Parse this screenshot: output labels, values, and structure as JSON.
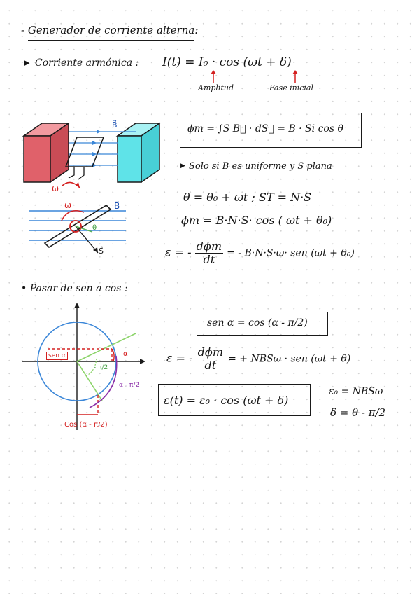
{
  "section1": {
    "title": "- Generador de corriente alterna:"
  },
  "harmonic": {
    "label": "Corriente armónica :",
    "formula": "I(t) = I₀ · cos (ωt + δ)",
    "amplitude": "Amplitud",
    "phase": "Fase inicial"
  },
  "generator": {
    "flux_box": "ϕm = ∫S B⃗ · dS⃗ = B · Si cos θ",
    "note": "Solo si B es uniforme y S plana",
    "eq_theta": "θ = θ₀ + ωt ;  ST = N·S",
    "eq_flux": "ϕm = B·N·S· cos ( ωt + θ₀)",
    "emf_lhs": "ε = -",
    "emf_num": "dϕm",
    "emf_den": "dt",
    "emf_rhs": "= - B·N·S·ω· sen (ωt + θ₀)",
    "fig_labels": {
      "b_top": "B⃗",
      "omega_top": "ω",
      "omega_mid": "ω",
      "b_mid": "B⃗",
      "theta": "θ",
      "s_vec": "S⃗"
    }
  },
  "section2": {
    "title": "• Pasar de sen a cos :",
    "identity": "sen α = cos (α - π/2)",
    "emf2_lhs": "ε = -",
    "emf2_num": "dϕm",
    "emf2_den": "dt",
    "emf2_rhs": "= + NBSω · sen (ωt + θ)",
    "final_box": "ε(t) = ε₀ · cos (ωt + δ)",
    "eps0": "ε₀ = NBSω",
    "delta": "δ = θ - π/2",
    "circle_labels": {
      "sen_alpha": "sen α",
      "alpha": "α",
      "minus_pi2": "- π/2",
      "alpha_minus_pi2": "α - π/2",
      "cos_label": "Cos (α - π/2)"
    }
  },
  "colors": {
    "red": "#d42020",
    "cyan": "#5fe3e8",
    "salmon": "#e0616a",
    "blue": "#3a86d8",
    "green": "#8cd46a",
    "purple": "#8b2fa8"
  }
}
